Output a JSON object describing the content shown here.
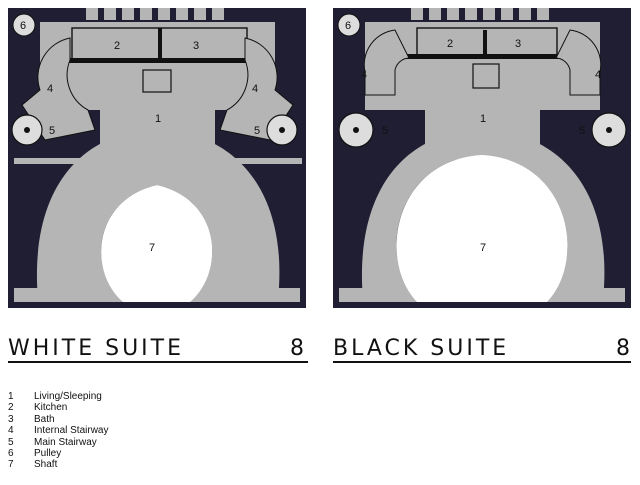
{
  "suites": [
    {
      "title": "WHITE SUITE",
      "number": "8",
      "labels": {
        "living": "1",
        "kitchen": "2",
        "bath": "3",
        "stair_left": "4",
        "stair_right": "4",
        "pulley_left": "5",
        "pulley_right": "5",
        "pulley_top": "6",
        "shaft": "7"
      }
    },
    {
      "title": "BLACK SUITE",
      "number": "8",
      "labels": {
        "living": "1",
        "kitchen": "2",
        "bath": "3",
        "stair_left": "4",
        "stair_right": "4",
        "pulley_left": "5",
        "pulley_right": "5",
        "pulley_top": "6",
        "shaft": "7"
      }
    }
  ],
  "legend": [
    {
      "key": "1",
      "label": "Living/Sleeping"
    },
    {
      "key": "2",
      "label": "Kitchen"
    },
    {
      "key": "3",
      "label": "Bath"
    },
    {
      "key": "4",
      "label": "Internal Stairway"
    },
    {
      "key": "5",
      "label": "Main Stairway"
    },
    {
      "key": "6",
      "label": "Pulley"
    },
    {
      "key": "7",
      "label": "Shaft"
    }
  ],
  "colors": {
    "background": "#1f1e33",
    "floor": "#b5b5b5",
    "ink": "#111111"
  }
}
